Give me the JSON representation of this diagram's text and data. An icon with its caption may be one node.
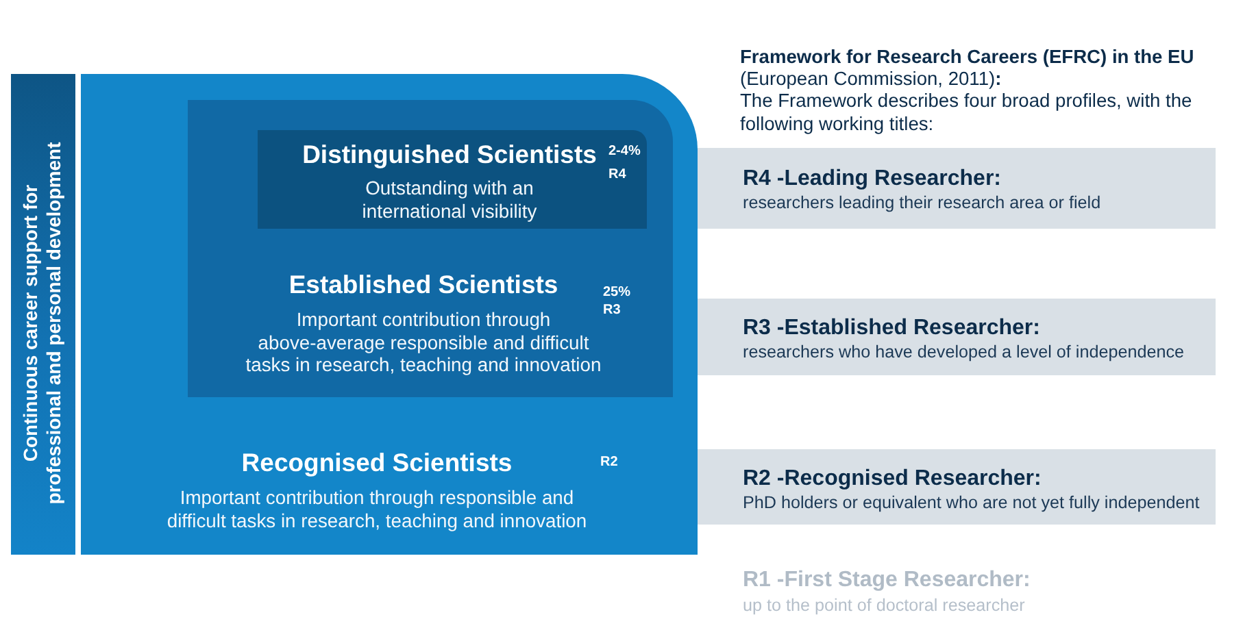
{
  "diagram": {
    "title": "Framework for Research Careers (EFRC) in the EU",
    "nodes": [
      {
        "text": [
          "Continuous career support for professional and personal development"
        ]
      },
      {
        "text": [
          "Recognised Scientists",
          "R2",
          "Important contribution through responsible and difficult tasks in research, teaching and innovation"
        ]
      },
      {
        "text": [
          "Established Scientists",
          "25%",
          "R3",
          "Important contribution through above-average responsible and difficult tasks in research, teaching and innovation"
        ],
        "in": 1
      },
      {
        "text": [
          "Distinguished Scientists",
          "2-4%",
          "R4",
          "Outstanding with an international visibility"
        ],
        "in": 2
      },
      {
        "text": [
          "R4 -Leading Researcher:",
          "researchers leading their research area or field"
        ]
      },
      {
        "text": [
          "R3 -Established Researcher:",
          "researchers who have developed a level of independence"
        ]
      },
      {
        "text": [
          "R2 -Recognised Researcher:",
          "PhD holders or equivalent who are not yet fully independent"
        ]
      }
    ],
    "labels": [
      "(European Commission, 2011)**:**",
      "The Framework describes four broad profiles, with the following working titles:",
      "R1 -First Stage Researcher:",
      "up to the point of doctoral researcher"
    ]
  }
}
